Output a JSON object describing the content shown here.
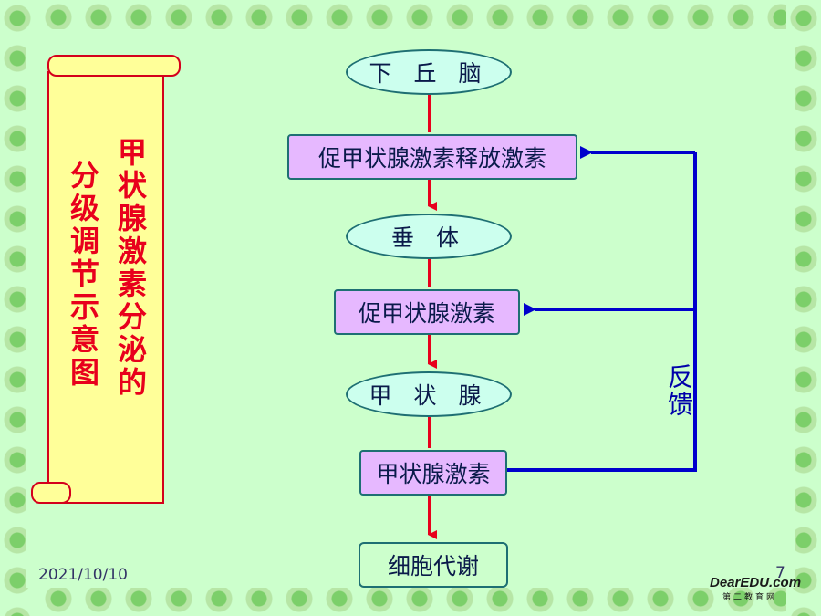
{
  "title_col1": "甲状腺激素分泌的",
  "title_col2": "分级调节示意图",
  "nodes": {
    "hypothalamus": "下 丘 脑",
    "trh": "促甲状腺激素释放激素",
    "pituitary": "垂  体",
    "tsh": "促甲状腺激素",
    "thyroid": "甲 状 腺",
    "th": "甲状腺激素",
    "metabolism": "细胞代谢"
  },
  "feedback_label": "反馈",
  "footer": {
    "date": "2021/10/10",
    "page": "7",
    "logo_line1": "DearEDU.com",
    "logo_line2": "第二教育网"
  },
  "colors": {
    "flow_arrow": "#e8001c",
    "feedback_arrow": "#0000cc",
    "title_text": "#e8001c"
  }
}
